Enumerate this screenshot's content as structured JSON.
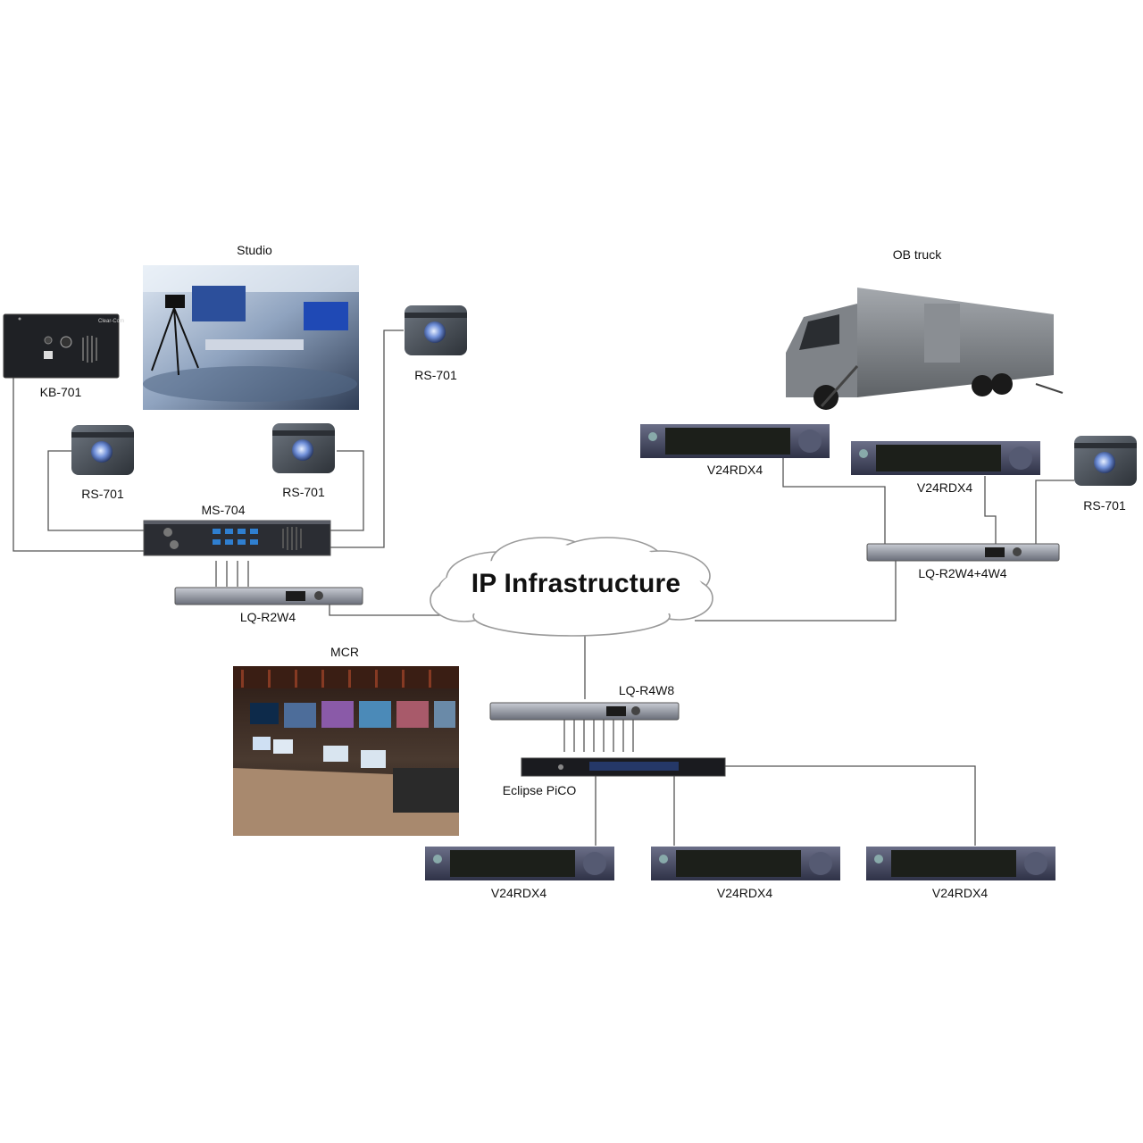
{
  "diagram": {
    "cloud_label": "IP Infrastructure",
    "areas": {
      "studio": "Studio",
      "ob_truck": "OB truck",
      "mcr": "MCR"
    },
    "devices": {
      "kb701": "KB-701",
      "rs701_top": "RS-701",
      "rs701_left": "RS-701",
      "rs701_mid": "RS-701",
      "rs701_truck": "RS-701",
      "ms704": "MS-704",
      "lq_r2w4": "LQ-R2W4",
      "lq_r2w4_4w4": "LQ-R2W4+4W4",
      "lq_r4w8": "LQ-R4W8",
      "eclipse_pico": "Eclipse PiCO",
      "v24_truck1": "V24RDX4",
      "v24_truck2": "V24RDX4",
      "v24_b1": "V24RDX4",
      "v24_b2": "V24RDX4",
      "v24_b3": "V24RDX4"
    },
    "colors": {
      "line": "#555555",
      "rack_body": "#3a3d55",
      "rack_panel": "#1c1f1a",
      "beltpack": "#4a5058",
      "cloud_stroke": "#9a9a9a"
    }
  }
}
